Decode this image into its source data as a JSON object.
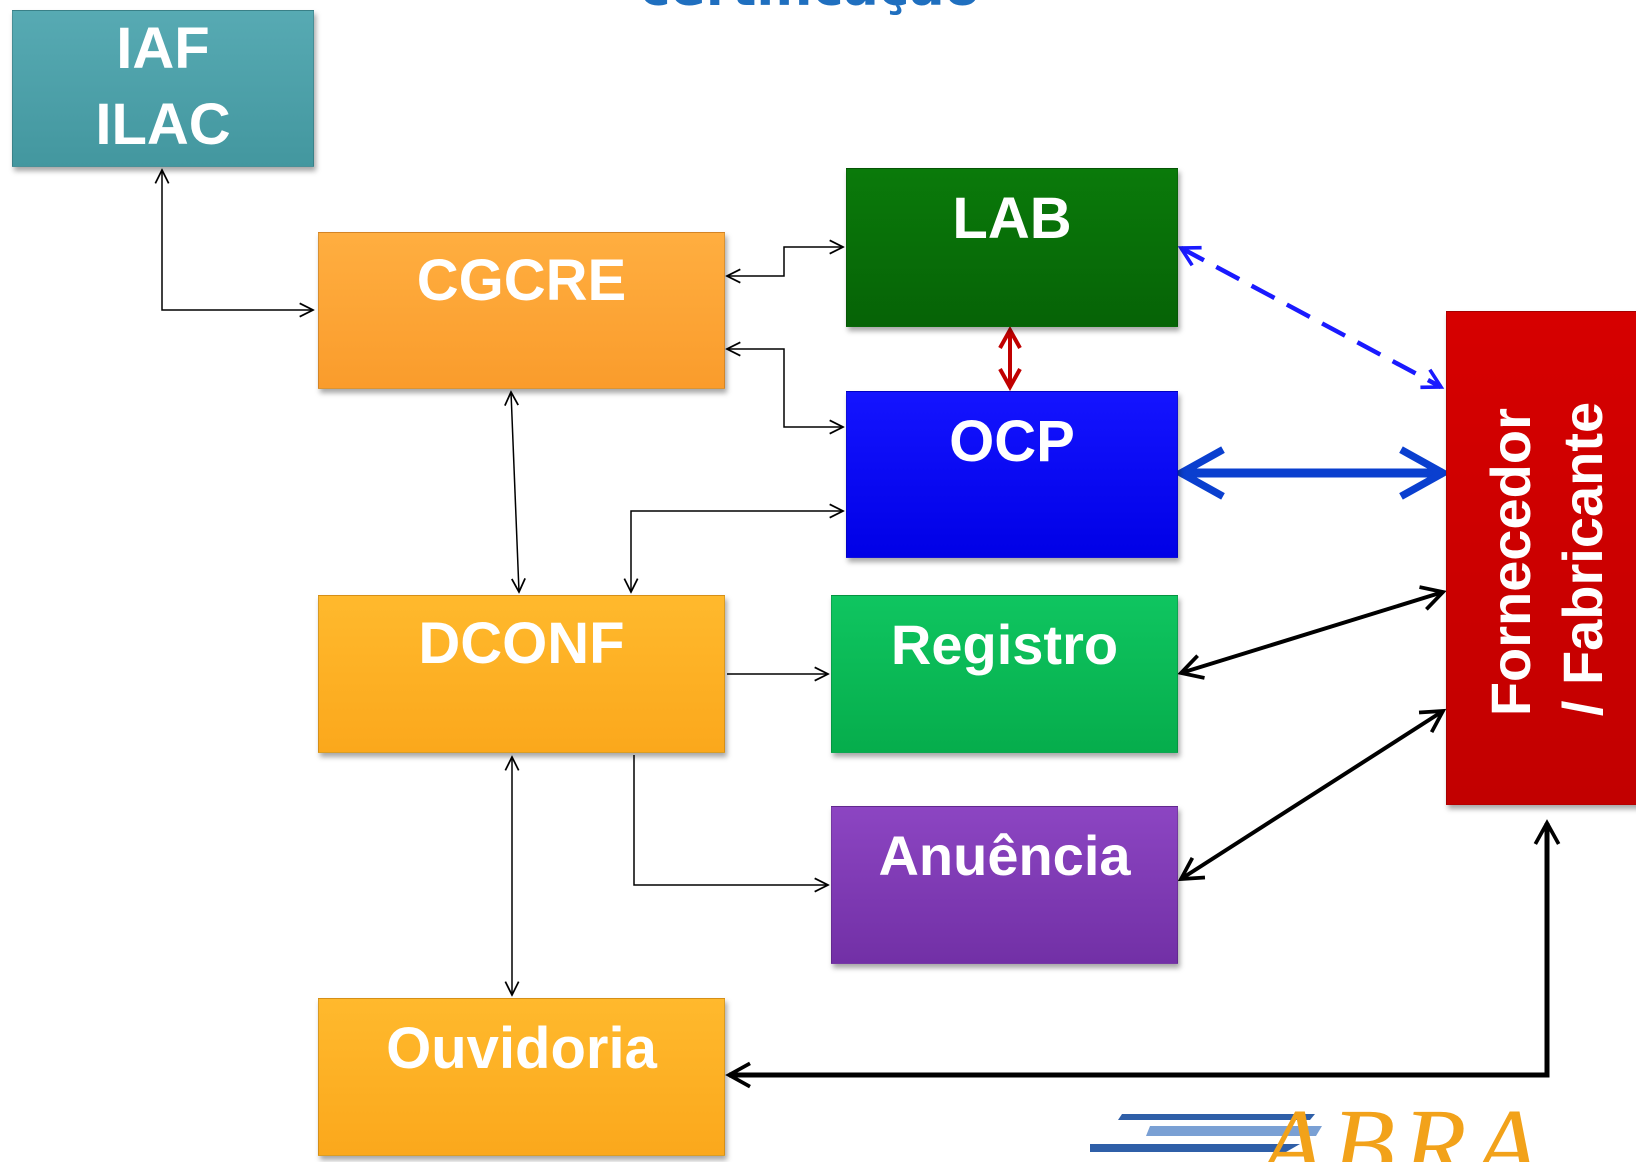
{
  "title": "certificação",
  "nodes": {
    "iaf": {
      "line1": "IAF",
      "line2": "ILAC",
      "color": "#4aa0a8"
    },
    "cgcre": {
      "label": "CGCRE",
      "color": "#fda23a"
    },
    "lab": {
      "label": "LAB",
      "color": "#066b06"
    },
    "ocp": {
      "label": "OCP",
      "color": "#0808f5"
    },
    "dconf": {
      "label": "DCONF",
      "color": "#fdb022"
    },
    "registro": {
      "label": "Registro",
      "color": "#08b856"
    },
    "anuencia": {
      "label": "Anuência",
      "color": "#7a37ae"
    },
    "ouvidoria": {
      "label": "Ouvidoria",
      "color": "#fdb022"
    },
    "fornecedor": {
      "line1": "Fornecedor",
      "line2": "/ Fabricante",
      "color": "#cc0000"
    }
  },
  "edges": [
    {
      "from": "IAF/ILAC",
      "to": "CGCRE",
      "style": "thin-black"
    },
    {
      "from": "CGCRE",
      "to": "LAB",
      "style": "thin-black-bidirectional"
    },
    {
      "from": "CGCRE",
      "to": "OCP",
      "style": "thin-black-bidirectional"
    },
    {
      "from": "LAB",
      "to": "OCP",
      "style": "red-bidirectional"
    },
    {
      "from": "LAB",
      "to": "Fornecedor / Fabricante",
      "style": "blue-dashed-bidirectional"
    },
    {
      "from": "OCP",
      "to": "Fornecedor / Fabricante",
      "style": "blue-thick-bidirectional"
    },
    {
      "from": "CGCRE",
      "to": "DCONF",
      "style": "thin-black-bidirectional"
    },
    {
      "from": "DCONF",
      "to": "OCP",
      "style": "thin-black-bidirectional"
    },
    {
      "from": "DCONF",
      "to": "Registro",
      "style": "thin-black"
    },
    {
      "from": "DCONF",
      "to": "Anuência",
      "style": "thin-black"
    },
    {
      "from": "DCONF",
      "to": "Ouvidoria",
      "style": "thin-black-bidirectional"
    },
    {
      "from": "Registro",
      "to": "Fornecedor / Fabricante",
      "style": "black-bidirectional"
    },
    {
      "from": "Anuência",
      "to": "Fornecedor / Fabricante",
      "style": "black-bidirectional"
    },
    {
      "from": "Ouvidoria",
      "to": "Fornecedor / Fabricante",
      "style": "black-bidirectional"
    }
  ],
  "logo": {
    "text": "ABRA"
  },
  "colors": {
    "blue_arrow": "#0a3fcf",
    "red_arrow": "#c00000",
    "title": "#1f6fbf",
    "logo": "#f2a21a"
  }
}
